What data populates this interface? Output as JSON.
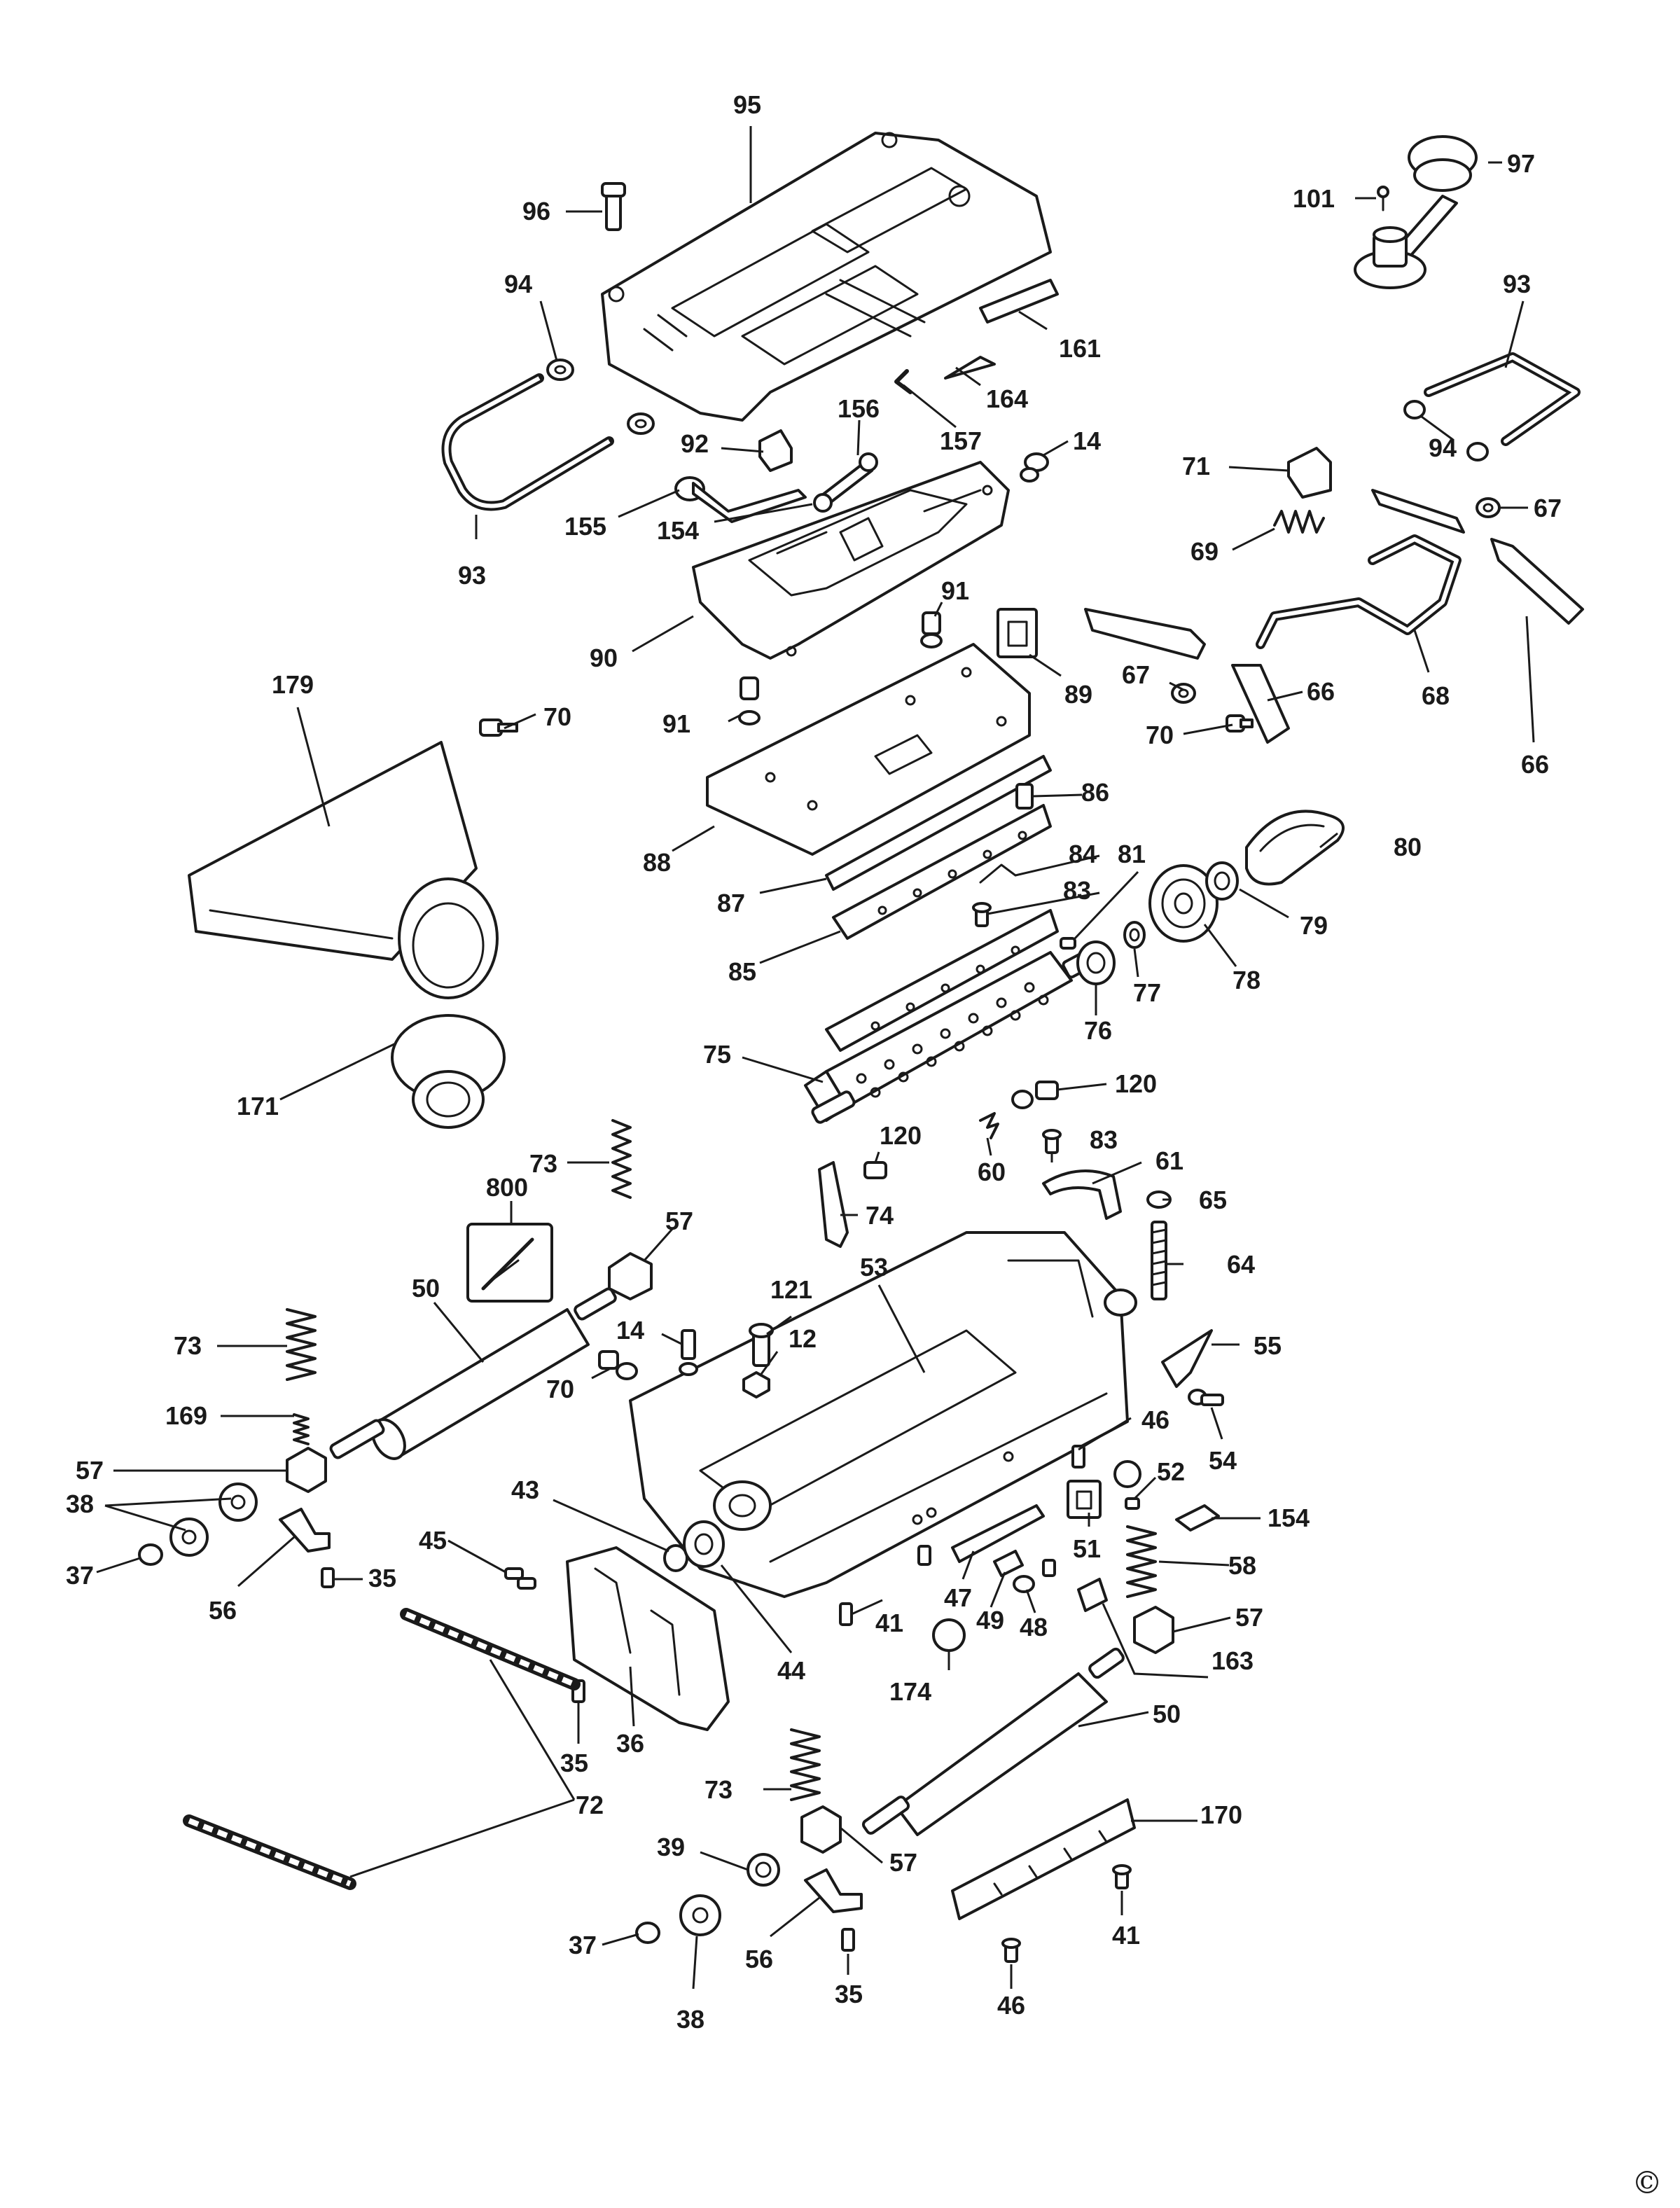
{
  "diagram": {
    "copyright_symbol": "©",
    "callouts": {
      "c95": "95",
      "c97": "97",
      "c96": "96",
      "c101": "101",
      "c94a": "94",
      "c161": "161",
      "c93a": "93",
      "c164": "164",
      "c156": "156",
      "c157": "157",
      "c92": "92",
      "c14a": "14",
      "c94b": "94",
      "c71": "71",
      "c67a": "67",
      "c155": "155",
      "c154a": "154",
      "c93b": "93",
      "c69": "69",
      "c91a": "91",
      "c90": "90",
      "c89": "89",
      "c67b": "67",
      "c66a": "66",
      "c68": "68",
      "c179": "179",
      "c70a": "70",
      "c91b": "91",
      "c70b": "70",
      "c66b": "66",
      "c86": "86",
      "c88": "88",
      "c80": "80",
      "c84": "84",
      "c81": "81",
      "c87": "87",
      "c83a": "83",
      "c79": "79",
      "c85": "85",
      "c78": "78",
      "c77": "77",
      "c76": "76",
      "c75": "75",
      "c120a": "120",
      "c171": "171",
      "c120b": "120",
      "c83b": "83",
      "c73a": "73",
      "c61": "61",
      "c60": "60",
      "c800": "800",
      "c65": "65",
      "c74": "74",
      "c57a": "57",
      "c53": "53",
      "c64": "64",
      "c50a": "50",
      "c121": "121",
      "c73b": "73",
      "c14b": "14",
      "c12": "12",
      "c55": "55",
      "c70c": "70",
      "c169": "169",
      "c54": "54",
      "c46a": "46",
      "c57b": "57",
      "c52": "52",
      "c38a": "38",
      "c43": "43",
      "c154b": "154",
      "c51": "51",
      "c45": "45",
      "c37a": "37",
      "c35a": "35",
      "c58": "58",
      "c56a": "56",
      "c47": "47",
      "c41a": "41",
      "c49": "49",
      "c48": "48",
      "c57c": "57",
      "c44": "44",
      "c174": "174",
      "c163": "163",
      "c35b": "35",
      "c36": "36",
      "c50b": "50",
      "c72": "72",
      "c73c": "73",
      "c170": "170",
      "c39": "39",
      "c57d": "57",
      "c41b": "41",
      "c37b": "37",
      "c56b": "56",
      "c35c": "35",
      "c46b": "46",
      "c38b": "38"
    }
  }
}
